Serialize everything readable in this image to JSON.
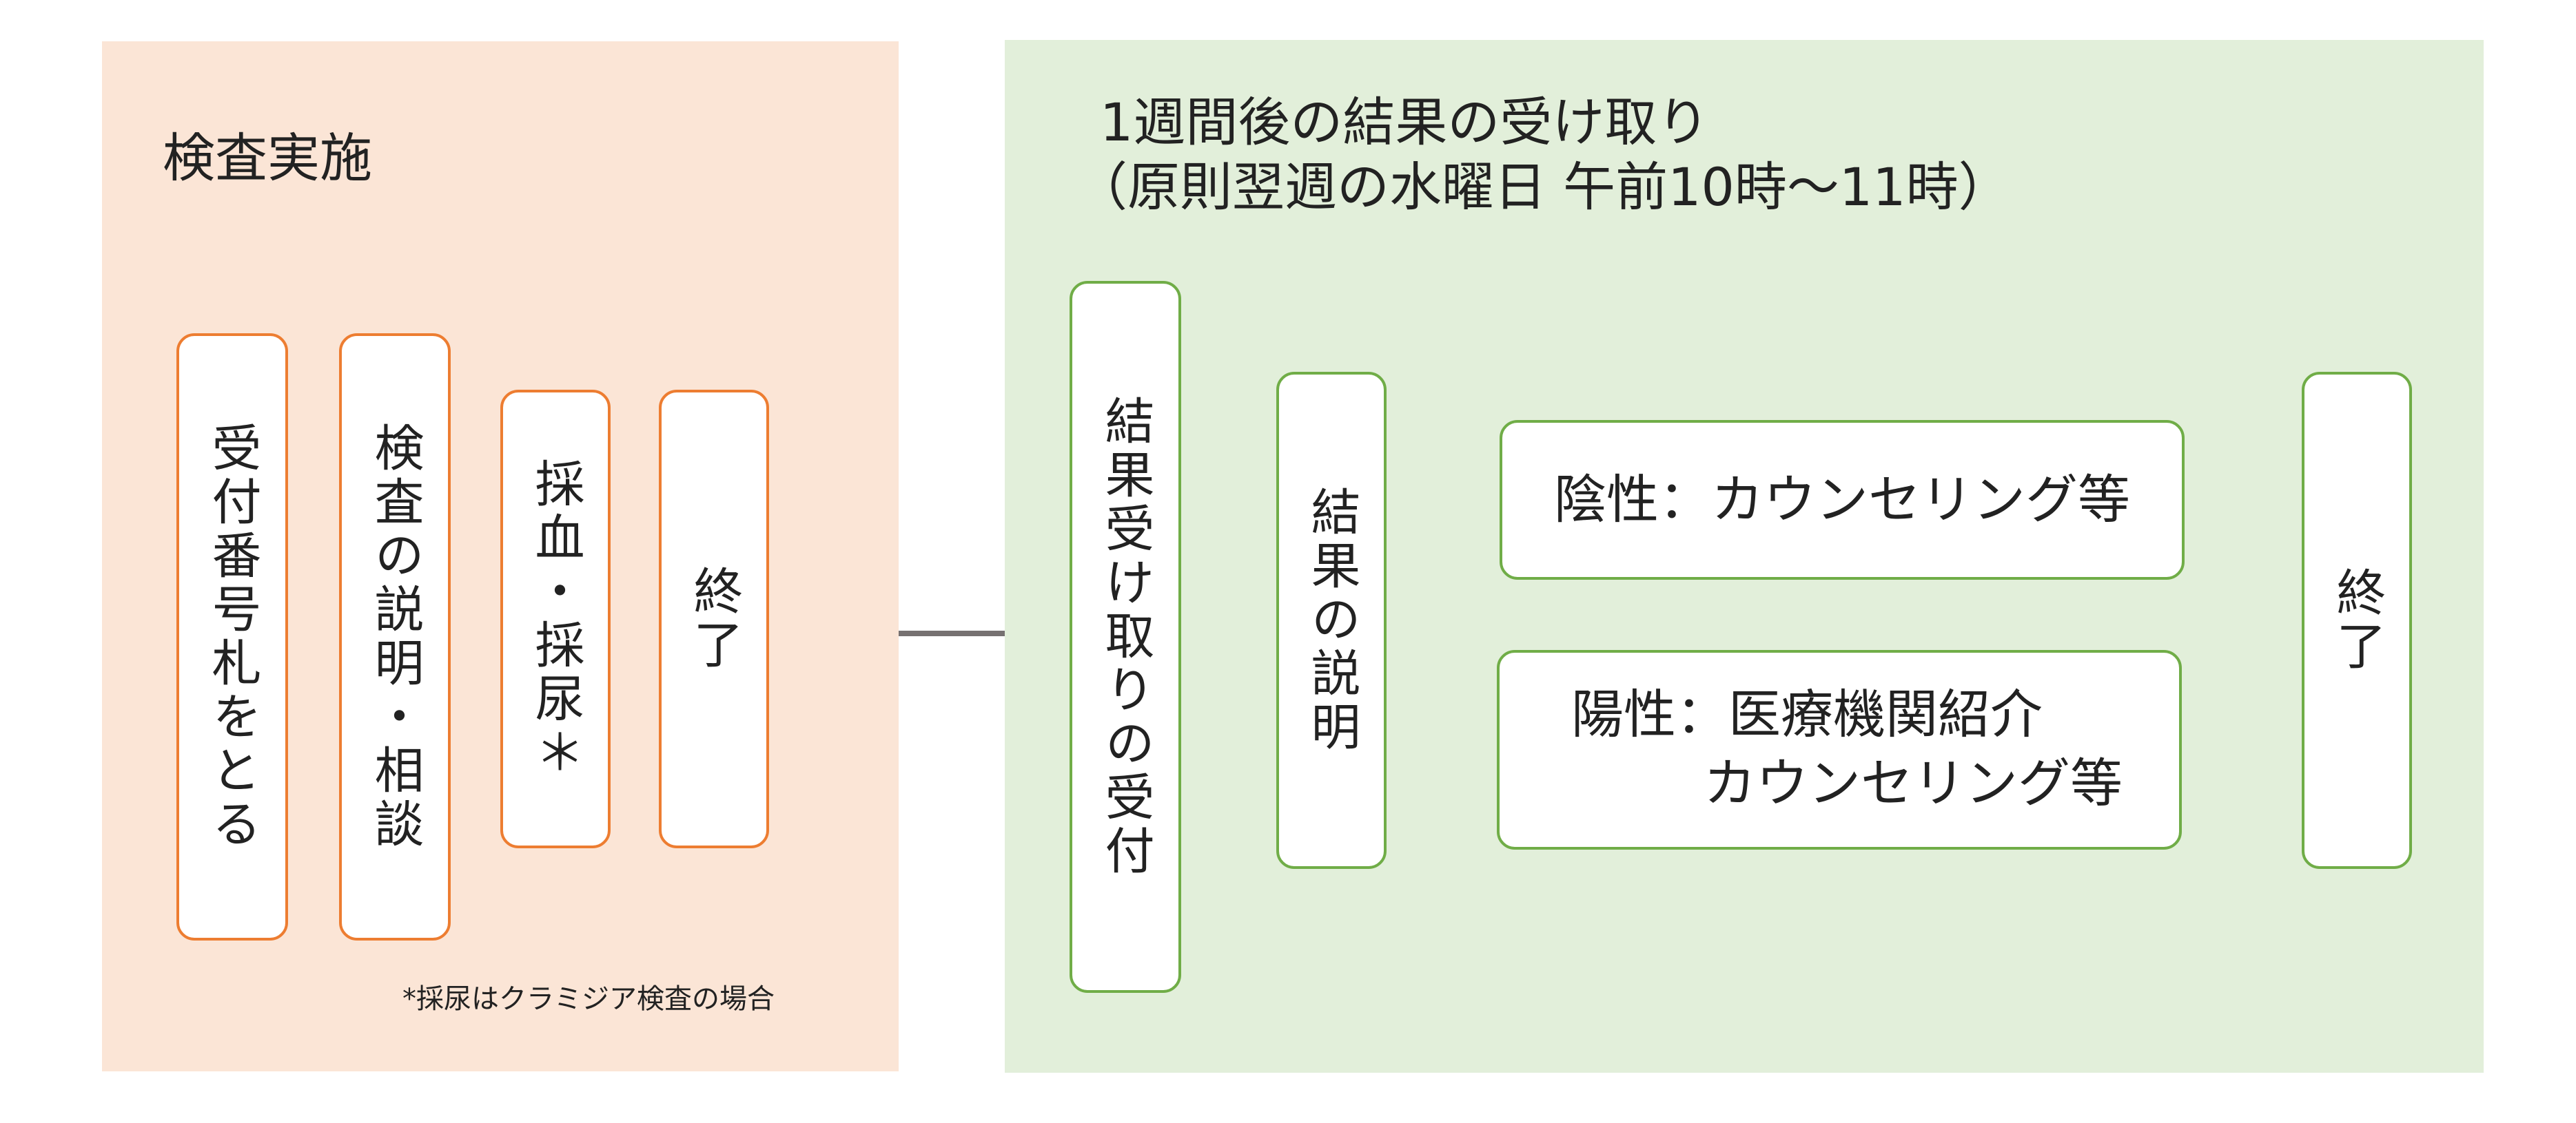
{
  "inspection": {
    "title": "検査実施",
    "steps": [
      "受付番号札をとる",
      "検査の説明・相談",
      "採血・採尿＊",
      "終了"
    ],
    "note": "*採尿はクラミジア検査の場合"
  },
  "result": {
    "title_line1": "1週間後の結果の受け取り",
    "title_line2": "（原則翌週の水曜日 午前10時～11時）",
    "receive": "結果受け取りの受付",
    "explain": "結果の説明",
    "negative": "陰性：カウンセリング等",
    "positive_line1": "陽性：医療機関紹介",
    "positive_line2": "カウンセリング等",
    "end": "終了"
  },
  "colors": {
    "inspection_panel": "#fbe5d6",
    "inspection_border": "#ed7d31",
    "result_panel": "#e2efda",
    "result_border": "#70ad47",
    "arrow": "#767171"
  }
}
